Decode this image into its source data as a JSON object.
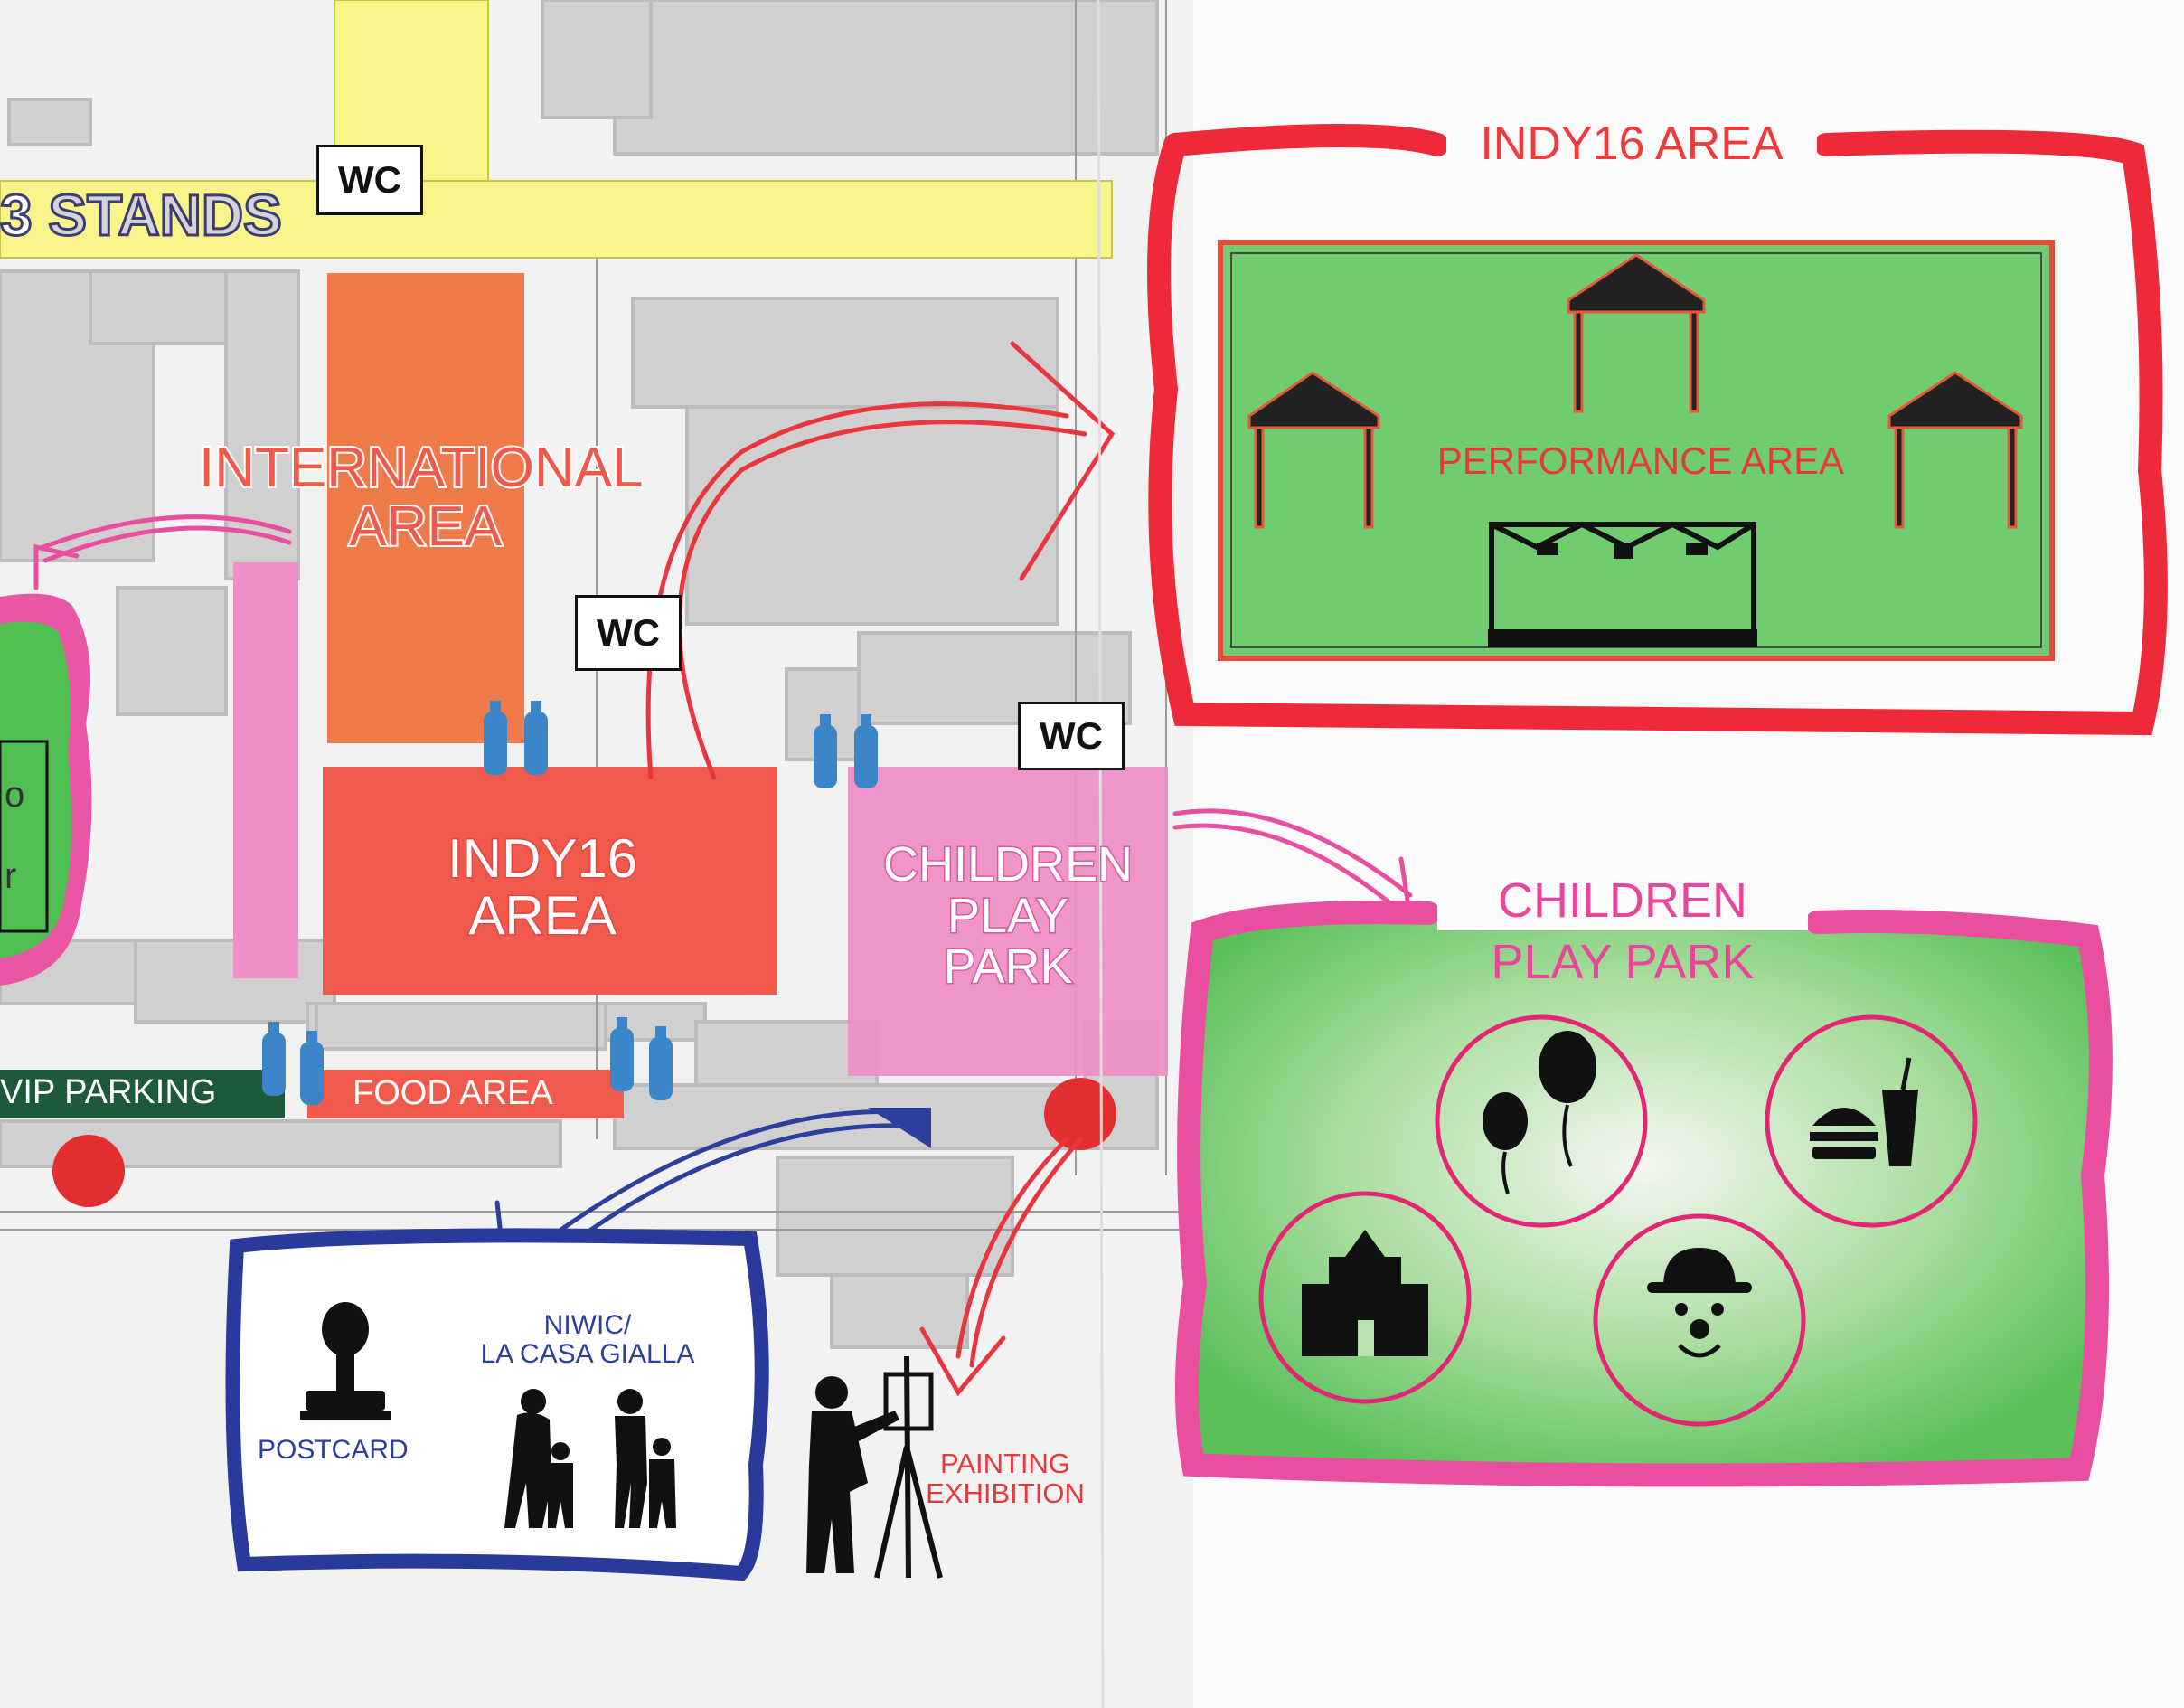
{
  "labels": {
    "stands": "STANDS",
    "wc": "WC",
    "international_area": [
      "INTERNATIONAL",
      "AREA"
    ],
    "indy16_area_map": [
      "INDY16",
      "AREA"
    ],
    "children_play_park_map": [
      "CHILDREN",
      "PLAY",
      "PARK"
    ],
    "vip_parking": "VIP PARKING",
    "food_area": "FOOD AREA",
    "left_panel_fragments": [
      "o",
      "r"
    ],
    "niwic": [
      "NIWIC/",
      "LA CASA GIALLA"
    ],
    "postcard": "POSTCARD",
    "painting_exhibition": [
      "PAINTING",
      "EXHIBITION"
    ]
  },
  "indy16_panel": {
    "title": "INDY16 AREA",
    "performance_area": "PERFORMANCE AREA"
  },
  "children_panel": {
    "title": [
      "CHILDREN",
      "PLAY PARK"
    ],
    "icons": [
      "balloons-icon",
      "fast-food-icon",
      "castle-icon",
      "clown-icon"
    ]
  },
  "colors": {
    "road_yellow": "#f7f48a",
    "international_orange": "#ef7b4a",
    "indy16_red": "#ef5a4c",
    "children_pink": "#ef8fc4",
    "panel_green": "#6fcd6f",
    "panel_red_border": "#ee2a3a",
    "panel_pink_border": "#e94f9e",
    "panel_blue_border": "#2a3a9c",
    "vip_green": "#1e5a3a",
    "building_gray": "#cfcfcf"
  }
}
